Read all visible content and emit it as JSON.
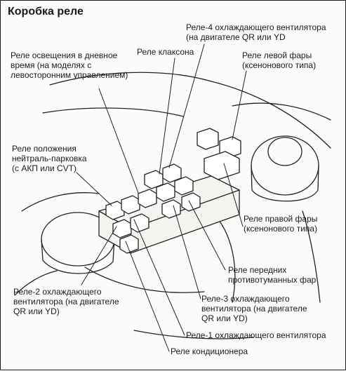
{
  "title": "Коробка реле",
  "labels": {
    "day_lights": "Реле освещения в дневное\nвремя (на моделях с\nлевосторонним управлением)",
    "horn": "Реле клаксона",
    "fan4": "Реле-4 охлаждающего вентилятора\n(на двигателе QR или YD",
    "left_headlight": "Реле левой фары\n(ксенонового типа)",
    "neutral": "Реле положения\nнейтраль-парковка\n(с АКП или CVT)",
    "right_headlight": "Реле правой фары\n(ксенонового типа)",
    "fog": "Реле передних\nпротивотуманных фар",
    "fan3": "Реле-3 охлаждающего\nвентилятора (на двигателе\nQR или YD)",
    "fan2": "Реле-2 охлаждающего\nвентилятора (на двигателе\nQR или YD)",
    "fan1": "Реле-1 охлаждающего вентилятора",
    "ac": "Реле кондиционера"
  }
}
